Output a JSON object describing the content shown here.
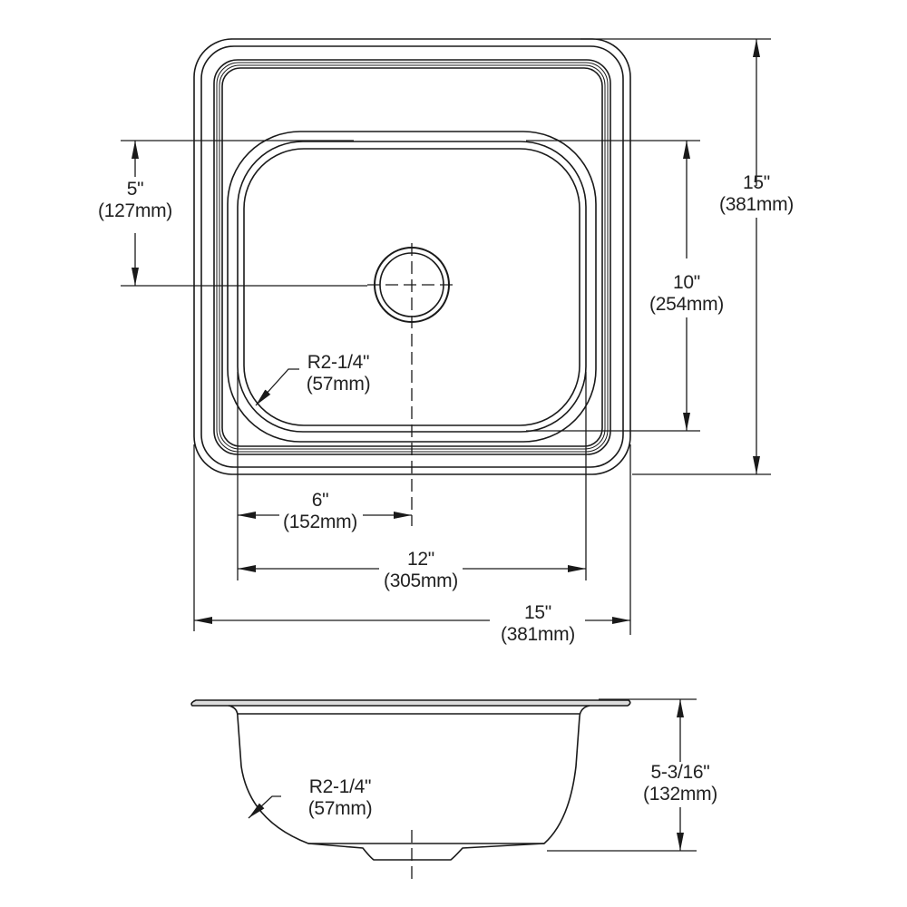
{
  "top_view": {
    "dim_inner_offset": {
      "imperial": "5\"",
      "metric": "(127mm)"
    },
    "dim_overall_height": {
      "imperial": "15\"",
      "metric": "(381mm)"
    },
    "dim_bowl_height": {
      "imperial": "10\"",
      "metric": "(254mm)"
    },
    "dim_corner_radius": {
      "imperial": "R2-1/4\"",
      "metric": "(57mm)"
    },
    "dim_drain_offset": {
      "imperial": "6\"",
      "metric": "(152mm)"
    },
    "dim_bowl_width": {
      "imperial": "12\"",
      "metric": "(305mm)"
    },
    "dim_overall_width": {
      "imperial": "15\"",
      "metric": "(381mm)"
    }
  },
  "side_view": {
    "dim_corner_radius": {
      "imperial": "R2-1/4\"",
      "metric": "(57mm)"
    },
    "dim_depth": {
      "imperial": "5-3/16\"",
      "metric": "(132mm)"
    }
  },
  "colors": {
    "line": "#1a1a1a",
    "background": "#ffffff"
  }
}
